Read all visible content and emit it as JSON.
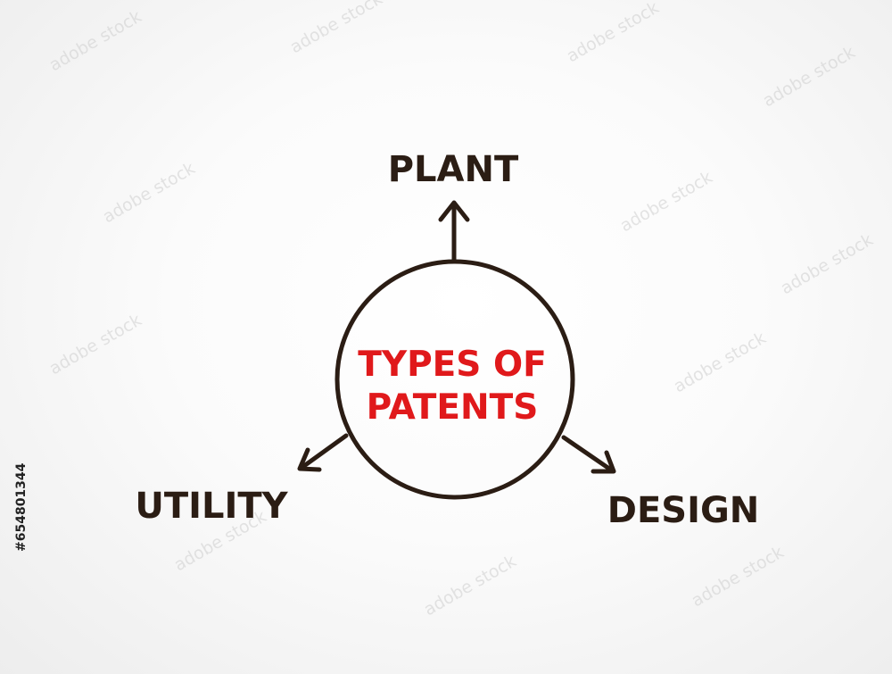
{
  "diagram": {
    "center": {
      "line1": "TYPES OF",
      "line2": "PATENTS"
    },
    "branches": [
      {
        "id": "plant",
        "label": "PLANT"
      },
      {
        "id": "utility",
        "label": "UTILITY"
      },
      {
        "id": "design",
        "label": "DESIGN"
      }
    ]
  },
  "colors": {
    "ink": "#2b1d14",
    "accent": "#e0191b"
  },
  "stock_id": "#654801344"
}
